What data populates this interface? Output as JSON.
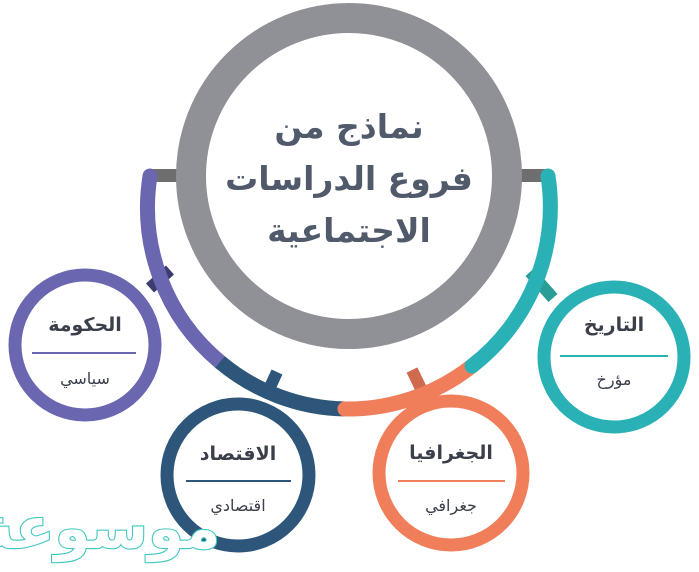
{
  "center": {
    "title_lines": [
      "نماذج من",
      "فروع الدراسات",
      "الاجتماعية"
    ],
    "ring_color": "#8f9197"
  },
  "nodes": [
    {
      "id": "history",
      "title": "التاريخ",
      "subtitle": "مؤرخ",
      "color": "#2ab1b5",
      "connector_color": "#2a9d97"
    },
    {
      "id": "geography",
      "title": "الجغرافيا",
      "subtitle": "جغرافي",
      "color": "#f07e5a",
      "connector_color": "#d06a4f"
    },
    {
      "id": "economics",
      "title": "الاقتصاد",
      "subtitle": "اقتصادي",
      "color": "#2e567a",
      "connector_color": "#2e567a"
    },
    {
      "id": "government",
      "title": "الحكومة",
      "subtitle": "سياسي",
      "color": "#6b66b0",
      "connector_color": "#3d3c6f"
    }
  ],
  "arc_colors": {
    "left": "#6b66b0",
    "bottom": "#2e567a",
    "bottom_right": "#f07e5a",
    "right": "#2ab1b5",
    "stub": "#6e6e6e"
  },
  "watermark": {
    "text": "موسوعة",
    "color": "#3fc7bf"
  }
}
